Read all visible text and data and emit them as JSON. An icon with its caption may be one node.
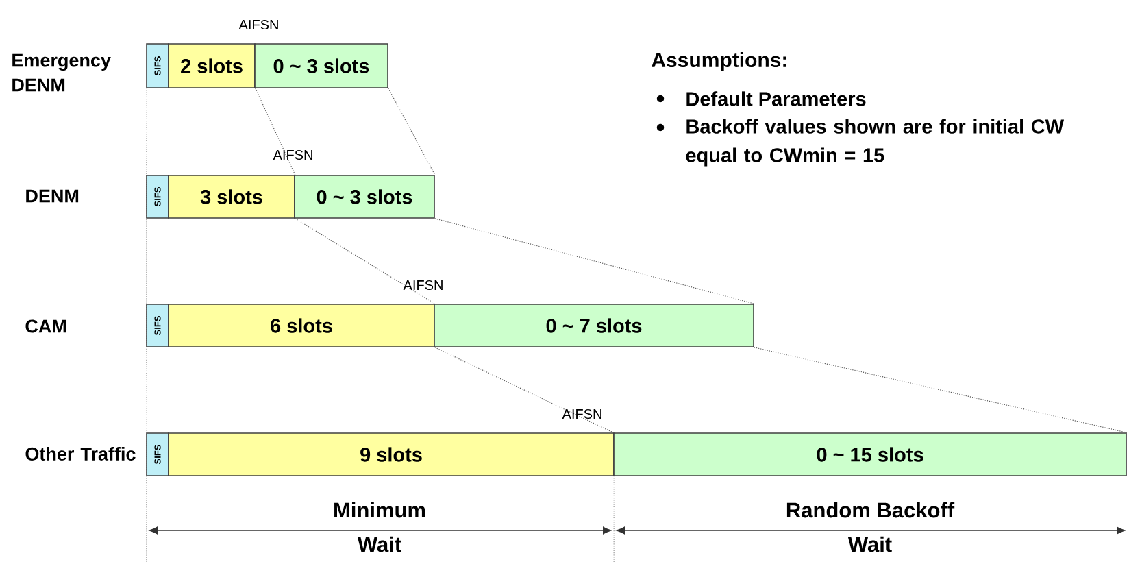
{
  "diagram": {
    "nodes": [
      {
        "text": [
          "SIFS"
        ]
      },
      {
        "text": [
          "2 slots"
        ]
      },
      {
        "text": [
          "0 ~ 3 slots"
        ]
      },
      {
        "text": [
          "SIFS"
        ]
      },
      {
        "text": [
          "3 slots"
        ]
      },
      {
        "text": [
          "0 ~ 3 slots"
        ]
      },
      {
        "text": [
          "SIFS"
        ]
      },
      {
        "text": [
          "6 slots"
        ]
      },
      {
        "text": [
          "0 ~ 7 slots"
        ]
      },
      {
        "text": [
          "SIFS"
        ]
      },
      {
        "text": [
          "9 slots"
        ]
      },
      {
        "text": [
          "0 ~ 15 slots"
        ]
      }
    ],
    "edges": [
      {
        "from": 1,
        "to": 4,
        "arrow": "none",
        "style": "dashed"
      },
      {
        "from": 2,
        "to": 5,
        "arrow": "none",
        "style": "dashed"
      },
      {
        "from": 4,
        "to": 7,
        "arrow": "none",
        "style": "dashed"
      },
      {
        "from": 5,
        "to": 8,
        "arrow": "none",
        "style": "dashed"
      },
      {
        "from": 7,
        "to": 11,
        "arrow": "none",
        "style": "dashed"
      },
      {
        "from": 8,
        "to": 11,
        "arrow": "none",
        "style": "dashed"
      }
    ],
    "labels": [
      "AIFSN",
      "Emergency DENM",
      "Assumptions:",
      "Default Parameters",
      "Backoff values shown are for initial CW equal to CWmin = 15",
      "AIFSN",
      "DENM",
      "AIFSN",
      "CAM",
      "AIFSN",
      "Other Traffic",
      "Minimum",
      "Random Backoff",
      "Wait",
      "Wait"
    ]
  }
}
